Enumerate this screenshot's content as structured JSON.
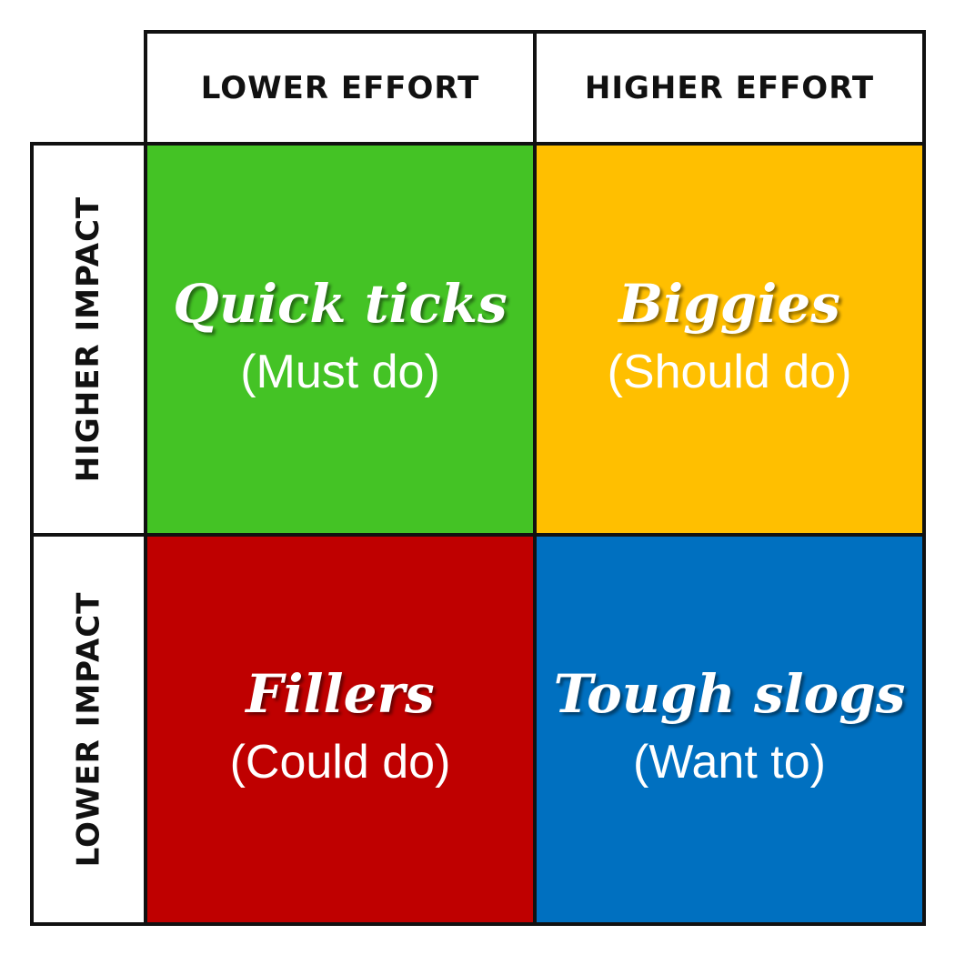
{
  "columns": [
    {
      "label": "LOWER EFFORT"
    },
    {
      "label": "HIGHER EFFORT"
    }
  ],
  "rows": [
    {
      "label": "HIGHER IMPACT"
    },
    {
      "label": "LOWER IMPACT"
    }
  ],
  "quadrants": [
    {
      "title": "Quick ticks",
      "subtitle": "(Must do)",
      "color": "#44c325"
    },
    {
      "title": "Biggies",
      "subtitle": "(Should do)",
      "color": "#ffbf00"
    },
    {
      "title": "Fillers",
      "subtitle": "(Could do)",
      "color": "#bf0000"
    },
    {
      "title": "Tough slogs",
      "subtitle": "(Want to)",
      "color": "#0070c0"
    }
  ],
  "border_color": "#111111"
}
